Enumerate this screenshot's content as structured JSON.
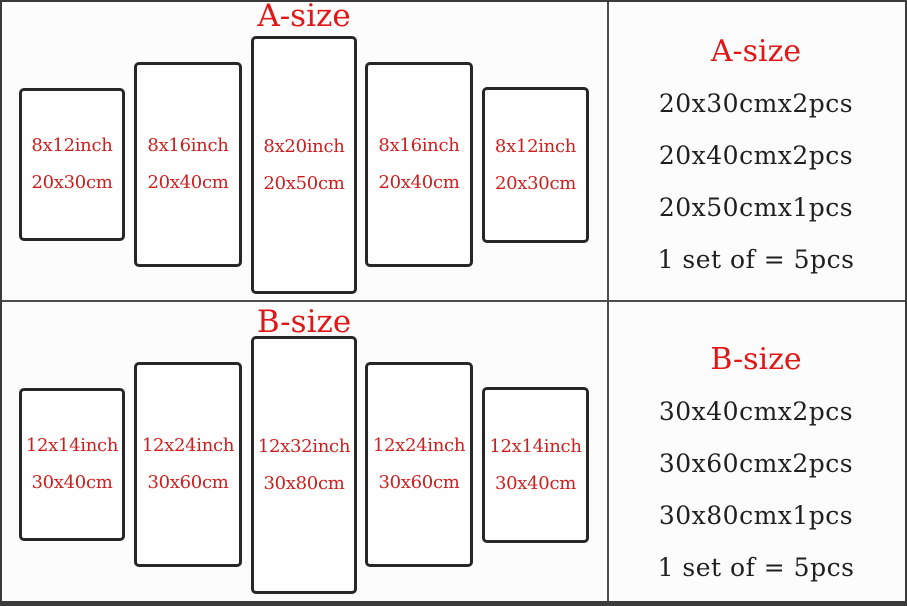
{
  "colors": {
    "title_red": "#e11717",
    "panel_red": "#cd1f1f",
    "text_dark": "#1f1f1f",
    "panel_border": "#272727",
    "frame_border": "#3b3b3b",
    "divider": "#4c4c4c"
  },
  "sections": [
    {
      "title": "A-size",
      "panels": [
        {
          "inch": "8x12inch",
          "cm": "20x30cm"
        },
        {
          "inch": "8x16inch",
          "cm": "20x40cm"
        },
        {
          "inch": "8x20inch",
          "cm": "20x50cm"
        },
        {
          "inch": "8x16inch",
          "cm": "20x40cm"
        },
        {
          "inch": "8x12inch",
          "cm": "20x30cm"
        }
      ],
      "summary": {
        "title": "A-size",
        "lines": [
          "20x30cmx2pcs",
          "20x40cmx2pcs",
          "20x50cmx1pcs",
          "1 set of = 5pcs"
        ]
      }
    },
    {
      "title": "B-size",
      "panels": [
        {
          "inch": "12x14inch",
          "cm": "30x40cm"
        },
        {
          "inch": "12x24inch",
          "cm": "30x60cm"
        },
        {
          "inch": "12x32inch",
          "cm": "30x80cm"
        },
        {
          "inch": "12x24inch",
          "cm": "30x60cm"
        },
        {
          "inch": "12x14inch",
          "cm": "30x40cm"
        }
      ],
      "summary": {
        "title": "B-size",
        "lines": [
          "30x40cmx2pcs",
          "30x60cmx2pcs",
          "30x80cmx1pcs",
          "1 set of = 5pcs"
        ]
      }
    }
  ]
}
